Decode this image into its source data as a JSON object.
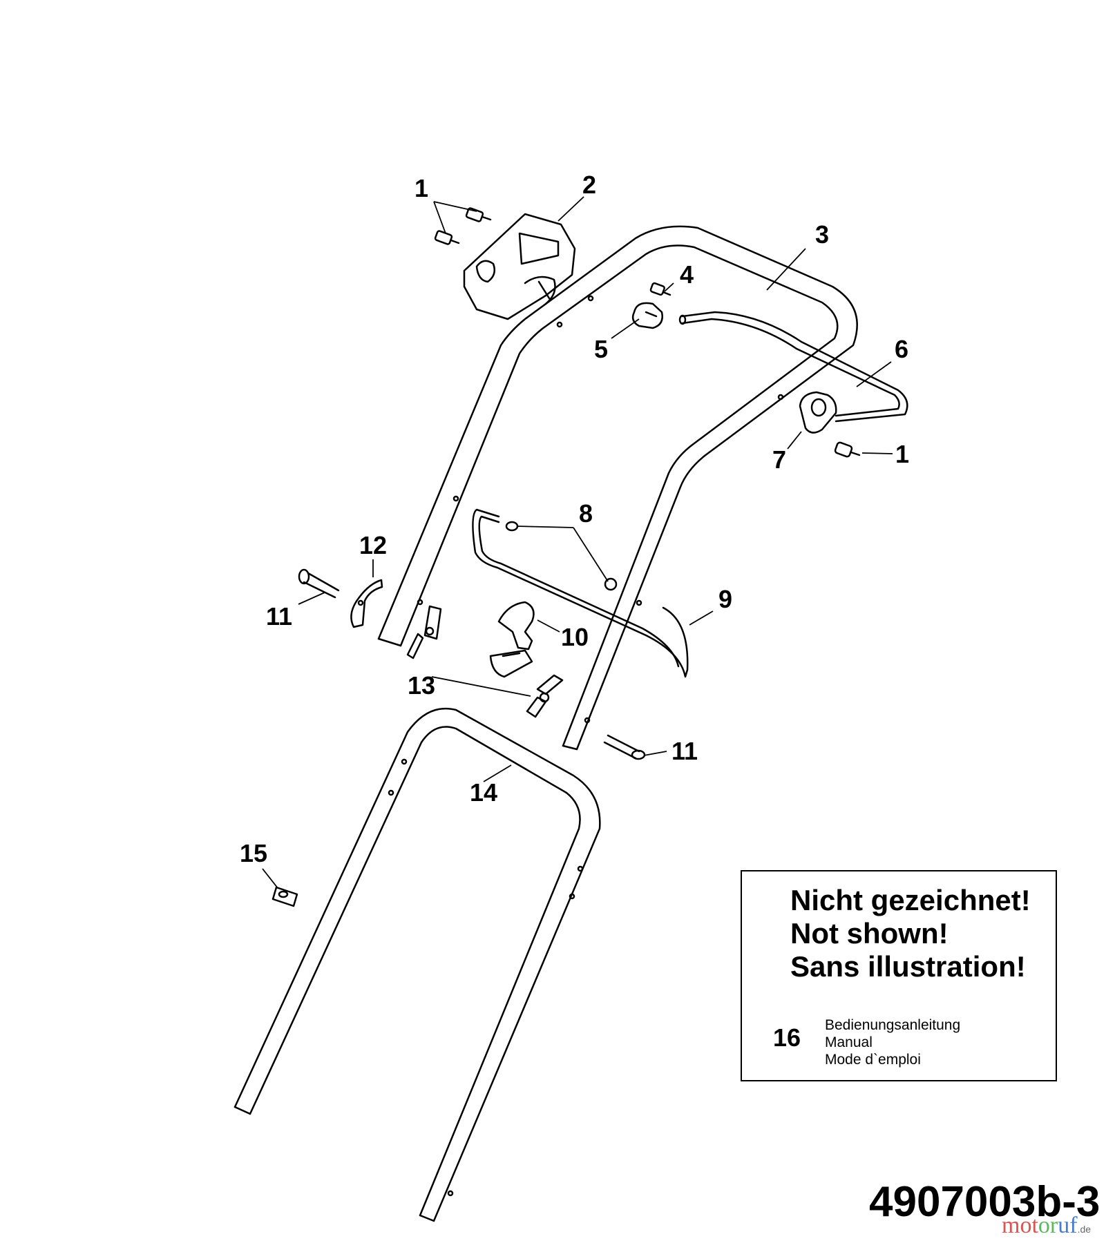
{
  "callouts": {
    "c1a": "1",
    "c2": "2",
    "c3": "3",
    "c4": "4",
    "c5": "5",
    "c6": "6",
    "c7": "7",
    "c1b": "1",
    "c8": "8",
    "c9": "9",
    "c10": "10",
    "c11a": "11",
    "c12": "12",
    "c13": "13",
    "c11b": "11",
    "c14": "14",
    "c15": "15"
  },
  "note": {
    "line1": "Nicht gezeichnet!",
    "line2": "Not shown!",
    "line3": "Sans illustration!",
    "item_number": "16",
    "item_de": "Bedienungsanleitung",
    "item_en": "Manual",
    "item_fr": "Mode d`emploi"
  },
  "drawing_number": "4907003b-3",
  "watermark": {
    "part1": "mot",
    "part2": "or",
    "part3": "uf",
    "tld": ".de"
  }
}
